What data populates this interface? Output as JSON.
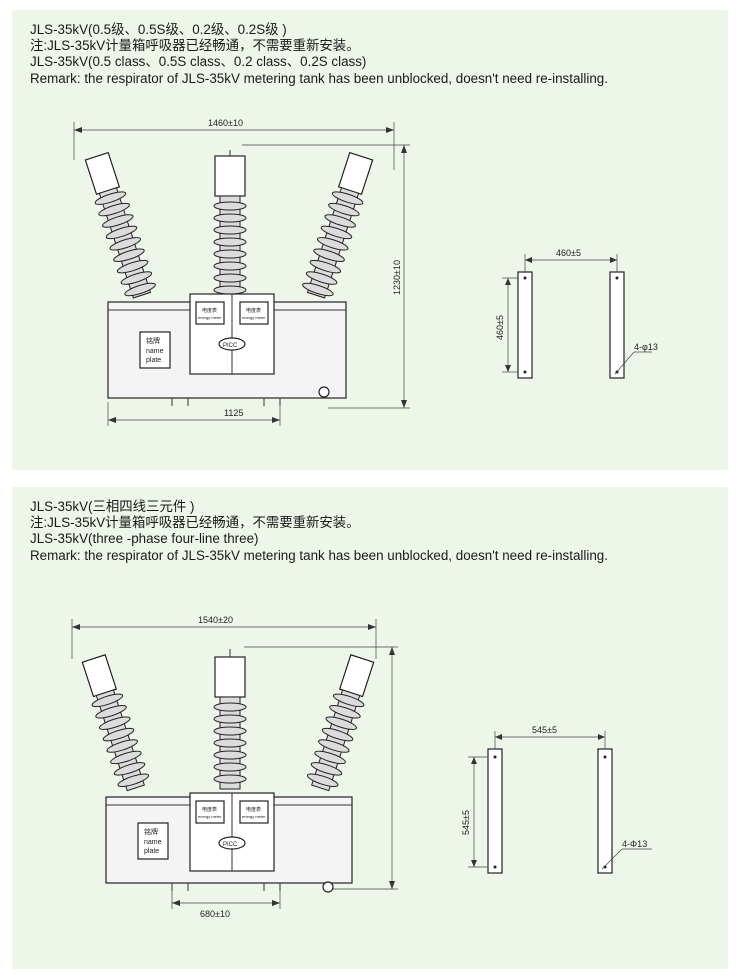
{
  "panels": [
    {
      "header": [
        "JLS-35kV(0.5级、0.5S级、0.2级、0.2S级 )",
        "注:JLS-35kV计量箱呼吸器已经畅通，不需要重新安装。",
        "JLS-35kV(0.5 class、0.5S class、0.2 class、0.2S class)",
        "Remark: the respirator of JLS-35kV metering tank has been unblocked, doesn't need re-installing."
      ],
      "dims": {
        "overall_width": "1460±10",
        "overall_height": "1230±10",
        "base_width": "1125",
        "mount_width": "460±5",
        "mount_height": "460±5",
        "holes": "4-φ13"
      },
      "labels": {
        "name_plate_cn": "铭牌",
        "name_plate_en1": "name",
        "name_plate_en2": "plate",
        "meter_cn": "电度表",
        "meter_en": "energy meter",
        "brand": "PICC"
      }
    },
    {
      "header": [
        "JLS-35kV(三相四线三元件 )",
        "注:JLS-35kV计量箱呼吸器已经畅通，不需要重新安装。",
        "JLS-35kV(three -phase four-line three)",
        "Remark: the respirator of JLS-35kV metering tank has been unblocked, doesn't need re-installing."
      ],
      "dims": {
        "overall_width": "1540±20",
        "base_width": "680±10",
        "mount_width": "545±5",
        "mount_height": "545±5",
        "holes": "4-Φ13"
      },
      "labels": {
        "name_plate_cn": "铭牌",
        "name_plate_en1": "name",
        "name_plate_en2": "plate",
        "meter_cn": "电度表",
        "meter_en": "energy meter",
        "brand": "PICC"
      }
    }
  ]
}
